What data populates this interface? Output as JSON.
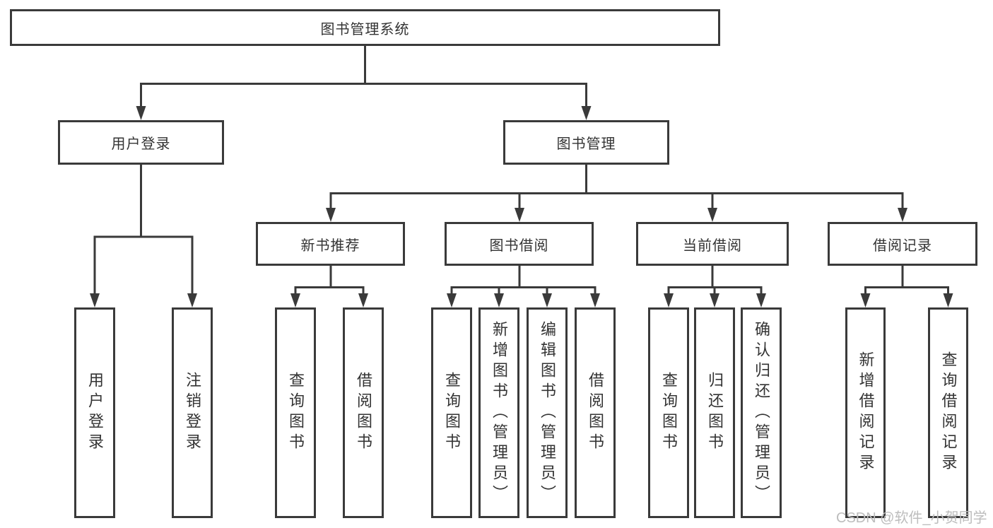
{
  "tree": {
    "label": "图书管理系统",
    "children": [
      {
        "label": "用户登录",
        "children": [
          {
            "label": "用户登录"
          },
          {
            "label": "注销登录"
          }
        ]
      },
      {
        "label": "图书管理",
        "children": [
          {
            "label": "新书推荐",
            "children": [
              {
                "label": "查询图书"
              },
              {
                "label": "借阅图书"
              }
            ]
          },
          {
            "label": "图书借阅",
            "children": [
              {
                "label": "查询图书"
              },
              {
                "label": "新增图书（管理员）"
              },
              {
                "label": "编辑图书（管理员）"
              },
              {
                "label": "借阅图书"
              }
            ]
          },
          {
            "label": "当前借阅",
            "children": [
              {
                "label": "查询图书"
              },
              {
                "label": "归还图书"
              },
              {
                "label": "确认归还（管理员）"
              }
            ]
          },
          {
            "label": "借阅记录",
            "children": [
              {
                "label": "新增借阅记录"
              },
              {
                "label": "查询借阅记录"
              }
            ]
          }
        ]
      }
    ]
  },
  "watermark": {
    "text": "CSDN @软件_小贺同学"
  },
  "colors": {
    "line": "#3a3a3a",
    "node_border": "#3a3a3a",
    "node_text": "#333333",
    "background": "#ffffff",
    "watermark_text": "#bdbdbd"
  }
}
